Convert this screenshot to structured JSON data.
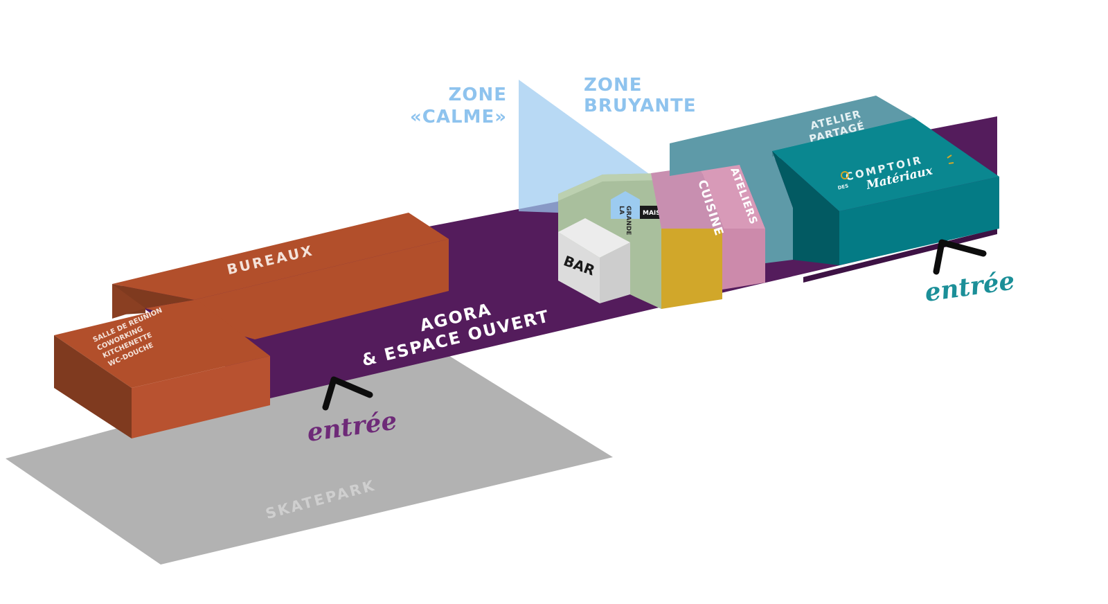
{
  "zones": {
    "calm_line1": "ZONE",
    "calm_line2": "«CALME»",
    "noisy_line1": "ZONE",
    "noisy_line2": "BRUYANTE"
  },
  "areas": {
    "agora_line1": "AGORA",
    "agora_line2": "& ESPACE OUVERT",
    "bureaux": "BUREAUX",
    "salle_lines": [
      "SALLE DE REUNION",
      "COWORKING",
      "KITCHENETTE",
      "WC-DOUCHE"
    ],
    "skatepark": "SKATEPARK",
    "bar": "BAR",
    "cuisine": "CUISINE",
    "ateliers": "ATELIERS",
    "atelier_partage_line1": "ATELIER",
    "atelier_partage_line2": "PARTAGÉ"
  },
  "logos": {
    "grande_maison": [
      "LA",
      "GRANDE",
      "MAISON"
    ],
    "comptoir_word1": "COMPTOIR",
    "comptoir_des": "DES",
    "comptoir_word2": "Matériaux"
  },
  "entrances": {
    "left_label": "entrée",
    "right_label": "entrée"
  },
  "colors": {
    "agora": "#541c5c",
    "bureaux": "#b24f2b",
    "skatepark": "#b2b2b2",
    "zone_calm": "#9ccbf0",
    "grande_maison": "#a9bf9d",
    "bar": "#dcdcdc",
    "cuisine_yellow": "#d1a72a",
    "cuisine_pink": "#cc8aab",
    "ateliers": "#5e9aa8",
    "comptoir": "#047b85",
    "entree_left": "#6e2a78",
    "entree_right": "#1b8f98"
  }
}
